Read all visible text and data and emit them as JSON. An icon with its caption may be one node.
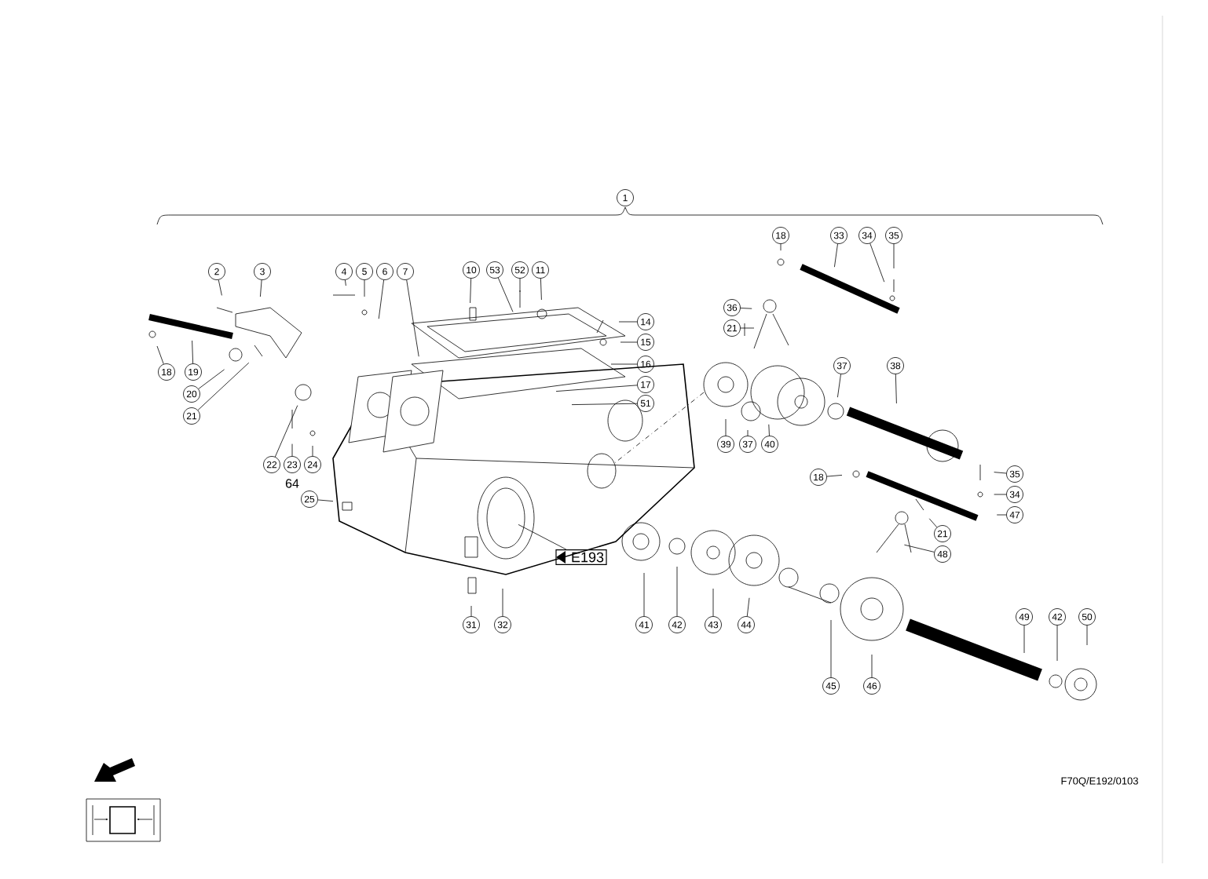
{
  "diagram": {
    "nodes": [
      {
        "text": [
          "1"
        ]
      },
      {
        "text": [
          "2"
        ]
      },
      {
        "text": [
          "3"
        ]
      },
      {
        "text": [
          "4"
        ]
      },
      {
        "text": [
          "5"
        ]
      },
      {
        "text": [
          "6"
        ]
      },
      {
        "text": [
          "7"
        ]
      },
      {
        "text": [
          "10"
        ]
      },
      {
        "text": [
          "53"
        ]
      },
      {
        "text": [
          "52"
        ]
      },
      {
        "text": [
          "11"
        ]
      },
      {
        "text": [
          "18"
        ]
      },
      {
        "text": [
          "33"
        ]
      },
      {
        "text": [
          "34"
        ]
      },
      {
        "text": [
          "35"
        ]
      },
      {
        "text": [
          "36"
        ]
      },
      {
        "text": [
          "21"
        ]
      },
      {
        "text": [
          "14"
        ]
      },
      {
        "text": [
          "15"
        ]
      },
      {
        "text": [
          "16"
        ]
      },
      {
        "text": [
          "17"
        ]
      },
      {
        "text": [
          "51"
        ]
      },
      {
        "text": [
          "18"
        ]
      },
      {
        "text": [
          "19"
        ]
      },
      {
        "text": [
          "20"
        ]
      },
      {
        "text": [
          "21"
        ]
      },
      {
        "text": [
          "37"
        ]
      },
      {
        "text": [
          "38"
        ]
      },
      {
        "text": [
          "22"
        ]
      },
      {
        "text": [
          "23"
        ]
      },
      {
        "text": [
          "24"
        ]
      },
      {
        "text": [
          "39"
        ]
      },
      {
        "text": [
          "37"
        ]
      },
      {
        "text": [
          "40"
        ]
      },
      {
        "text": [
          "35"
        ]
      },
      {
        "text": [
          "18"
        ]
      },
      {
        "text": [
          "34"
        ]
      },
      {
        "text": [
          "25"
        ]
      },
      {
        "text": [
          "47"
        ]
      },
      {
        "text": [
          "21"
        ]
      },
      {
        "text": [
          "48"
        ]
      },
      {
        "text": [
          "E193"
        ]
      },
      {
        "text": [
          "31"
        ]
      },
      {
        "text": [
          "32"
        ]
      },
      {
        "text": [
          "41"
        ]
      },
      {
        "text": [
          "42"
        ]
      },
      {
        "text": [
          "43"
        ]
      },
      {
        "text": [
          "44"
        ]
      },
      {
        "text": [
          "49"
        ]
      },
      {
        "text": [
          "42"
        ]
      },
      {
        "text": [
          "50"
        ]
      },
      {
        "text": [
          "45"
        ]
      },
      {
        "text": [
          "46"
        ]
      }
    ],
    "edges": [
      {
        "from": 1,
        "to": null,
        "arrow": "none"
      },
      {
        "from": 2,
        "to": null,
        "arrow": "none"
      },
      {
        "from": 3,
        "to": null,
        "arrow": "none"
      },
      {
        "from": 4,
        "to": null,
        "arrow": "none"
      },
      {
        "from": 5,
        "to": null,
        "arrow": "none"
      },
      {
        "from": 6,
        "to": null,
        "arrow": "none"
      },
      {
        "from": 7,
        "to": null,
        "arrow": "none"
      },
      {
        "from": 8,
        "to": null,
        "arrow": "none"
      },
      {
        "from": 9,
        "to": null,
        "arrow": "none"
      },
      {
        "from": 10,
        "to": null,
        "arrow": "none"
      },
      {
        "from": 11,
        "to": null,
        "arrow": "none"
      },
      {
        "from": 12,
        "to": null,
        "arrow": "none"
      },
      {
        "from": 13,
        "to": null,
        "arrow": "none"
      },
      {
        "from": 14,
        "to": null,
        "arrow": "none"
      },
      {
        "from": 15,
        "to": null,
        "arrow": "none"
      },
      {
        "from": 16,
        "to": null,
        "arrow": "none"
      },
      {
        "from": 17,
        "to": null,
        "arrow": "none"
      },
      {
        "from": 18,
        "to": null,
        "arrow": "none"
      },
      {
        "from": 19,
        "to": null,
        "arrow": "none"
      },
      {
        "from": 20,
        "to": null,
        "arrow": "none"
      },
      {
        "from": 21,
        "to": null,
        "arrow": "none"
      },
      {
        "from": 22,
        "to": null,
        "arrow": "none"
      },
      {
        "from": 23,
        "to": null,
        "arrow": "none"
      },
      {
        "from": 24,
        "to": null,
        "arrow": "none"
      },
      {
        "from": 25,
        "to": null,
        "arrow": "none"
      },
      {
        "from": 26,
        "to": null,
        "arrow": "none"
      },
      {
        "from": 27,
        "to": null,
        "arrow": "none"
      },
      {
        "from": 28,
        "to": null,
        "arrow": "none"
      },
      {
        "from": 29,
        "to": null,
        "arrow": "none"
      },
      {
        "from": 30,
        "to": null,
        "arrow": "none"
      },
      {
        "from": 31,
        "to": null,
        "arrow": "none"
      },
      {
        "from": 32,
        "to": null,
        "arrow": "none"
      },
      {
        "from": 33,
        "to": null,
        "arrow": "none"
      },
      {
        "from": 34,
        "to": null,
        "arrow": "none"
      },
      {
        "from": 35,
        "to": null,
        "arrow": "none"
      },
      {
        "from": 36,
        "to": null,
        "arrow": "none"
      },
      {
        "from": 37,
        "to": null,
        "arrow": "none"
      },
      {
        "from": 38,
        "to": null,
        "arrow": "none"
      },
      {
        "from": 39,
        "to": null,
        "arrow": "none"
      },
      {
        "from": 40,
        "to": null,
        "arrow": "none"
      },
      {
        "from": 41,
        "to": null,
        "arrow": "none"
      },
      {
        "from": 42,
        "to": null,
        "arrow": "none"
      },
      {
        "from": 43,
        "to": null,
        "arrow": "none"
      },
      {
        "from": 44,
        "to": null,
        "arrow": "none"
      },
      {
        "from": 45,
        "to": null,
        "arrow": "none"
      },
      {
        "from": 46,
        "to": null,
        "arrow": "none"
      },
      {
        "from": 47,
        "to": null,
        "arrow": "none"
      },
      {
        "from": 48,
        "to": null,
        "arrow": "none"
      },
      {
        "from": 49,
        "to": null,
        "arrow": "none"
      },
      {
        "from": 50,
        "to": null,
        "arrow": "none"
      },
      {
        "from": 51,
        "to": null,
        "arrow": "none"
      },
      {
        "from": 52,
        "to": null,
        "arrow": "none"
      }
    ],
    "labels": [
      "64",
      "F70Q/E192/0103"
    ]
  }
}
